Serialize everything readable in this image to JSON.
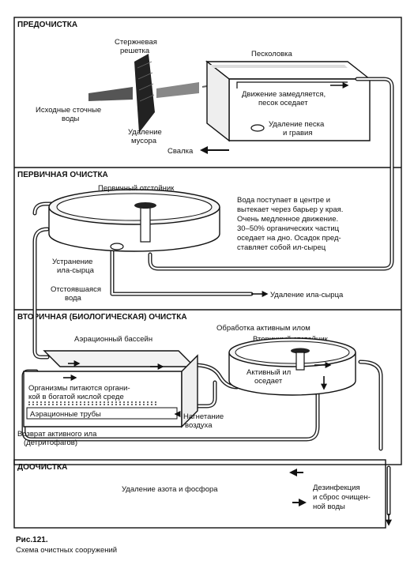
{
  "sections": {
    "pre": "ПРЕДОЧИСТКА",
    "primary": "ПЕРВИЧНАЯ ОЧИСТКА",
    "secondary": "ВТОРИЧНАЯ (БИОЛОГИЧЕСКАЯ) ОЧИСТКА",
    "tertiary": "ДООЧИСТКА"
  },
  "pre": {
    "screen": [
      "Стержневая",
      "решетка"
    ],
    "sand_trap": "Песколовка",
    "influent": [
      "Исходные сточные",
      "воды"
    ],
    "debris": [
      "Удаление",
      "мусора"
    ],
    "slowdown": [
      "Движение замедляется,",
      "песок оседает"
    ],
    "grit_removal": [
      "Удаление песка",
      "и гравия"
    ],
    "landfill": "Свалка"
  },
  "primary": {
    "tank": "Первичный отстойник",
    "note": [
      "Вода поступает в центре и",
      "вытекает через барьер у края.",
      "Очень медленное движение.",
      "30–50% органических частиц",
      "оседает на дно. Осадок  пред-",
      "ставляет собой ил-сырец"
    ],
    "sludge_out": [
      "Устранение",
      "ила-сырца"
    ],
    "settled": [
      "Отстоявшаяся",
      "вода"
    ],
    "sludge_removal": "Удаление ила-сырца"
  },
  "secondary": {
    "activated": "Обработка активным илом",
    "aeration_tank": "Аэрационный бассейн",
    "clarifier": "Вторичный отстойник",
    "organisms": [
      "Организмы питаются органи-",
      "кой в богатой кислой среде"
    ],
    "aeration_pipes": "Аэрационные трубы",
    "sludge_settles": [
      "Активный ил",
      "оседает"
    ],
    "air": [
      "Нагнетание",
      "воздуха"
    ],
    "return": [
      "Возврат активного ила",
      "(детритофагов)"
    ]
  },
  "tertiary": {
    "nutrients": "Удаление азота и фосфора",
    "disinfection": [
      "Дезинфекция",
      "и сброс очищен-",
      "ной воды"
    ]
  },
  "caption": {
    "number": "Рис.121.",
    "title": "Схема очистных сооружений"
  }
}
